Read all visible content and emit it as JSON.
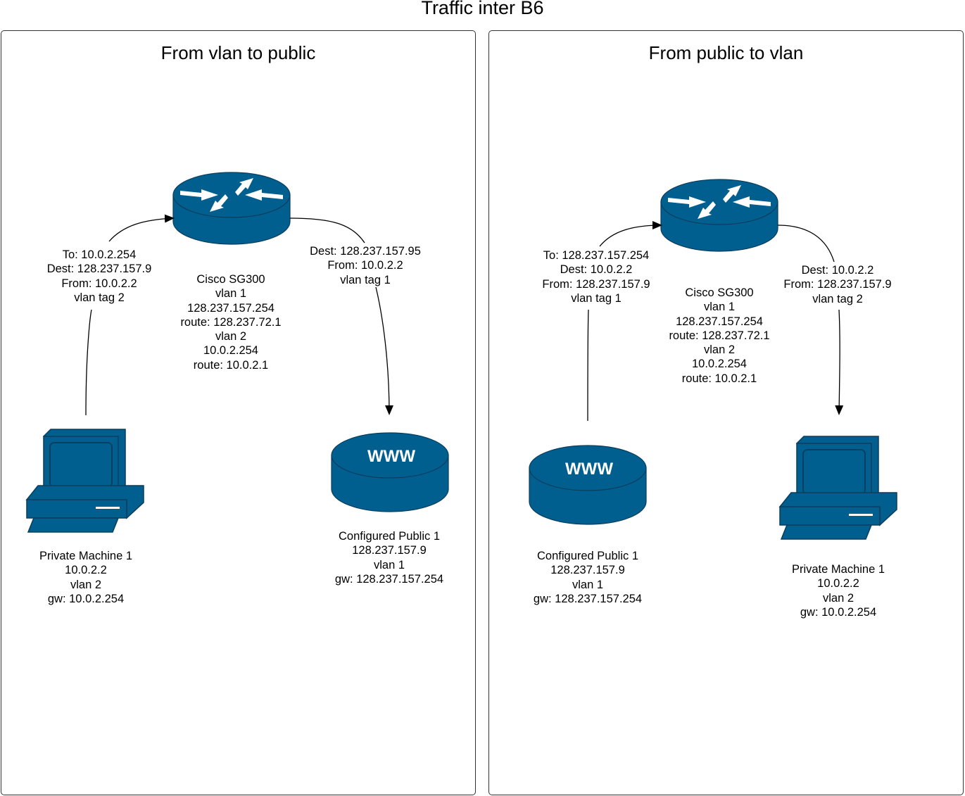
{
  "title": "Traffic inter B6",
  "colors": {
    "device": "#005f8f",
    "device_stroke": "#0a3d5c",
    "arrow_fill": "#ffffff",
    "line": "#000000"
  },
  "panels": [
    {
      "heading": "From vlan to public",
      "router": {
        "icon": "router-icon",
        "lines": [
          "Cisco SG300",
          "vlan 1",
          "128.237.157.254",
          "route: 128.237.72.1",
          "vlan 2",
          "10.0.2.254",
          "route: 10.0.2.1"
        ]
      },
      "source": {
        "kind": "pc",
        "icon": "computer-icon",
        "lines": [
          "Private Machine 1",
          "10.0.2.2",
          "vlan 2",
          "gw: 10.0.2.254"
        ]
      },
      "destination": {
        "kind": "www",
        "icon": "www-server-icon",
        "icon_text": "WWW",
        "lines": [
          "Configured Public 1",
          "128.237.157.9",
          "vlan 1",
          "gw: 128.237.157.254"
        ]
      },
      "inbound_label": [
        "To: 10.0.2.254",
        "Dest: 128.237.157.9",
        "From: 10.0.2.2",
        "vlan tag 2"
      ],
      "outbound_label": [
        "Dest: 128.237.157.95",
        "From: 10.0.2.2",
        "vlan tag 1"
      ]
    },
    {
      "heading": "From public to vlan",
      "router": {
        "icon": "router-icon",
        "lines": [
          "Cisco SG300",
          "vlan 1",
          "128.237.157.254",
          "route: 128.237.72.1",
          "vlan 2",
          "10.0.2.254",
          "route: 10.0.2.1"
        ]
      },
      "source": {
        "kind": "www",
        "icon": "www-server-icon",
        "icon_text": "WWW",
        "lines": [
          "Configured Public 1",
          "128.237.157.9",
          "vlan 1",
          "gw: 128.237.157.254"
        ]
      },
      "destination": {
        "kind": "pc",
        "icon": "computer-icon",
        "lines": [
          "Private Machine 1",
          "10.0.2.2",
          "vlan 2",
          "gw: 10.0.2.254"
        ]
      },
      "inbound_label": [
        "To: 128.237.157.254",
        "Dest: 10.0.2.2",
        "From: 128.237.157.9",
        "vlan tag 1"
      ],
      "outbound_label": [
        "Dest: 10.0.2.2",
        "From: 128.237.157.9",
        "vlan tag 2"
      ]
    }
  ]
}
